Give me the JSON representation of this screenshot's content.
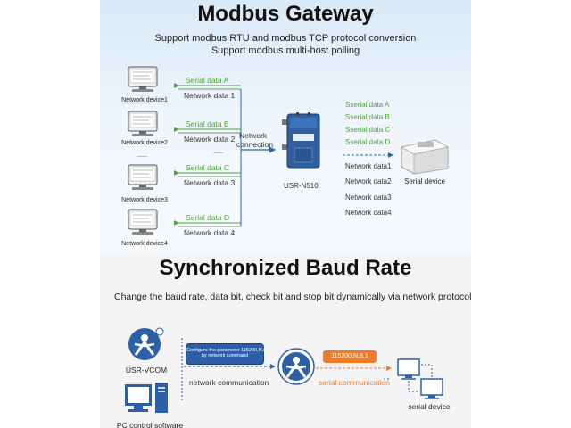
{
  "top": {
    "title": "Modbus Gateway",
    "line1": "Support modbus RTU and modbus TCP protocol conversion",
    "line2": "Support modbus multi-host polling",
    "devices": [
      "Network device1",
      "Network device2",
      "Network device3",
      "Network device4"
    ],
    "ellipsis": "......",
    "serial_left": [
      "Serial data A",
      "Serial data B",
      "Serial data C",
      "Serial data D"
    ],
    "network_left": [
      "Network data 1",
      "Network data 2",
      "Network data 3",
      "Network data 4"
    ],
    "middle_label_1": "Network",
    "middle_label_2": "connection",
    "gateway_label": "USR-N510",
    "serial_right": [
      "Sserial data A",
      "Sserial data B",
      "Sserial data C",
      "Sserial data D"
    ],
    "network_right": [
      "Network data1",
      "Network data2",
      "Network data3",
      "Network data4"
    ],
    "serial_device": "Serial device",
    "colors": {
      "green": "#4aa53a",
      "blue_arrow": "#2b67b3"
    }
  },
  "bottom": {
    "title": "Synchronized Baud Rate",
    "desc": "Change the baud rate, data bit, check bit and stop bit dynamically via network protocol",
    "vcom_label": "USR-VCOM",
    "pc_label": "PC control software",
    "config_box_1": "Configure the parameter 115200,N,8,1",
    "config_box_2": "by network command",
    "network_comm": "network communication",
    "baud_box": "115200,N,8,1",
    "serial_comm": "serial communication",
    "serial_device": "serial device",
    "colors": {
      "blue_box": "#2d5fa8",
      "orange_box": "#ee7d2a"
    }
  }
}
